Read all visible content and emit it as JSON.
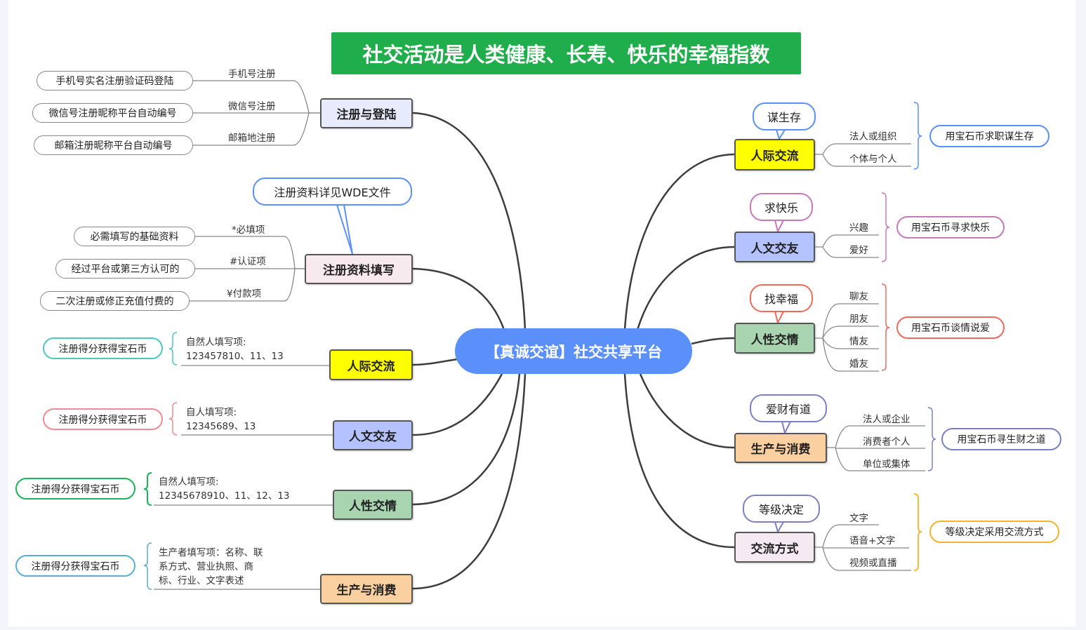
{
  "title": "社交活动是人类健康、长寿、快乐的幸福指数",
  "center": "【真诚交谊】社交共享平台",
  "left": {
    "register": {
      "label": "注册与登陆",
      "branches": [
        {
          "edge": "手机号注册",
          "leaf": "手机号实名注册验证码登陆"
        },
        {
          "edge": "微信号注册",
          "leaf": "微信号注册昵称平台自动编号"
        },
        {
          "edge": "邮箱地注册",
          "leaf": "邮箱注册昵称平台自动编号"
        }
      ]
    },
    "profile": {
      "label": "注册资料填写",
      "callout": "注册资料详见WDE文件",
      "branches": [
        {
          "edge": "*必填项",
          "leaf": "必需填写的基础资料"
        },
        {
          "edge": "#认证项",
          "leaf": "经过平台或第三方认可的"
        },
        {
          "edge": "¥付款项",
          "leaf": "二次注册或修正充值付费的"
        }
      ]
    },
    "rows": [
      {
        "label": "人际交流",
        "line1": "自然人填写项:",
        "line2": "123457810、11、13",
        "coin": "注册得分获得宝石币"
      },
      {
        "label": "人文交友",
        "line1": "自人填写项:",
        "line2": "12345689、13",
        "coin": "注册得分获得宝石币"
      },
      {
        "label": "人性交情",
        "line1": "自然人填写项:",
        "line2": "12345678910、11、12、13",
        "coin": "注册得分获得宝石币"
      },
      {
        "label": "生产与消费",
        "line1": "生产者填写项：名称、联",
        "line2": "系方式、营业执照、商",
        "line3": "标、行业、文字表述",
        "coin": "注册得分获得宝石币"
      }
    ]
  },
  "right": [
    {
      "label": "人际交流",
      "callout": "谋生存",
      "leaves": [
        "法人或组织",
        "个体与个人"
      ],
      "summary": "用宝石币求职谋生存"
    },
    {
      "label": "人文交友",
      "callout": "求快乐",
      "leaves": [
        "兴趣",
        "爱好"
      ],
      "summary": "用宝石币寻求快乐"
    },
    {
      "label": "人性交情",
      "callout": "找幸福",
      "leaves": [
        "聊友",
        "朋友",
        "情友",
        "婚友"
      ],
      "summary": "用宝石币谈情说爱"
    },
    {
      "label": "生产与消费",
      "callout": "爱财有道",
      "leaves": [
        "法人或企业",
        "消费者个人",
        "单位或集体"
      ],
      "summary": "用宝石币寻生财之道"
    },
    {
      "label": "交流方式",
      "callout": "等级决定",
      "leaves": [
        "文字",
        "语音+文字",
        "视频或直播"
      ],
      "summary": "等级决定采用交流方式"
    }
  ],
  "colors": {
    "title_bg": "#1fae4b",
    "center_bg": "#5b8ff9",
    "yellow": "#ffff00",
    "lavender": "#b4c2ff",
    "green": "#a8d5b0",
    "orange": "#fbd0a0",
    "blue_accent": "#5b8ff9",
    "pink_accent": "#c678b8",
    "red_accent": "#f06a5a",
    "slate_accent": "#7b80c4",
    "amber_accent": "#f5b22b"
  }
}
